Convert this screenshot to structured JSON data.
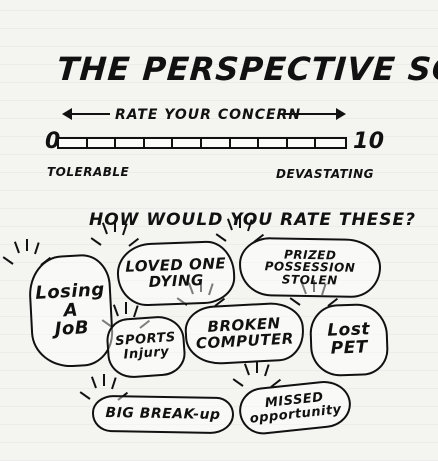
{
  "title": "THE PERSPECTIVE SCALE",
  "scale": {
    "label": "RATE YOUR CONCERN",
    "min": "0",
    "max": "10",
    "left_caption": "TOLERABLE",
    "right_caption": "DEVASTATING",
    "cells": 10
  },
  "question": "HOW WOULD YOU RATE THESE?",
  "items": [
    {
      "text": "Losing\nA\nJoB"
    },
    {
      "text": "LOVED ONE\nDYING"
    },
    {
      "text": "PRIZED POSSESSION\nSTOLEN"
    },
    {
      "text": "SPORTS\nInjury"
    },
    {
      "text": "BROKEN\nCOMPUTER"
    },
    {
      "text": "Lost\nPET"
    },
    {
      "text": "BIG BREAK-up"
    },
    {
      "text": "MISSED\nopportunity"
    }
  ],
  "colors": {
    "ink": "#111111",
    "paper": "#f4f4f1"
  }
}
